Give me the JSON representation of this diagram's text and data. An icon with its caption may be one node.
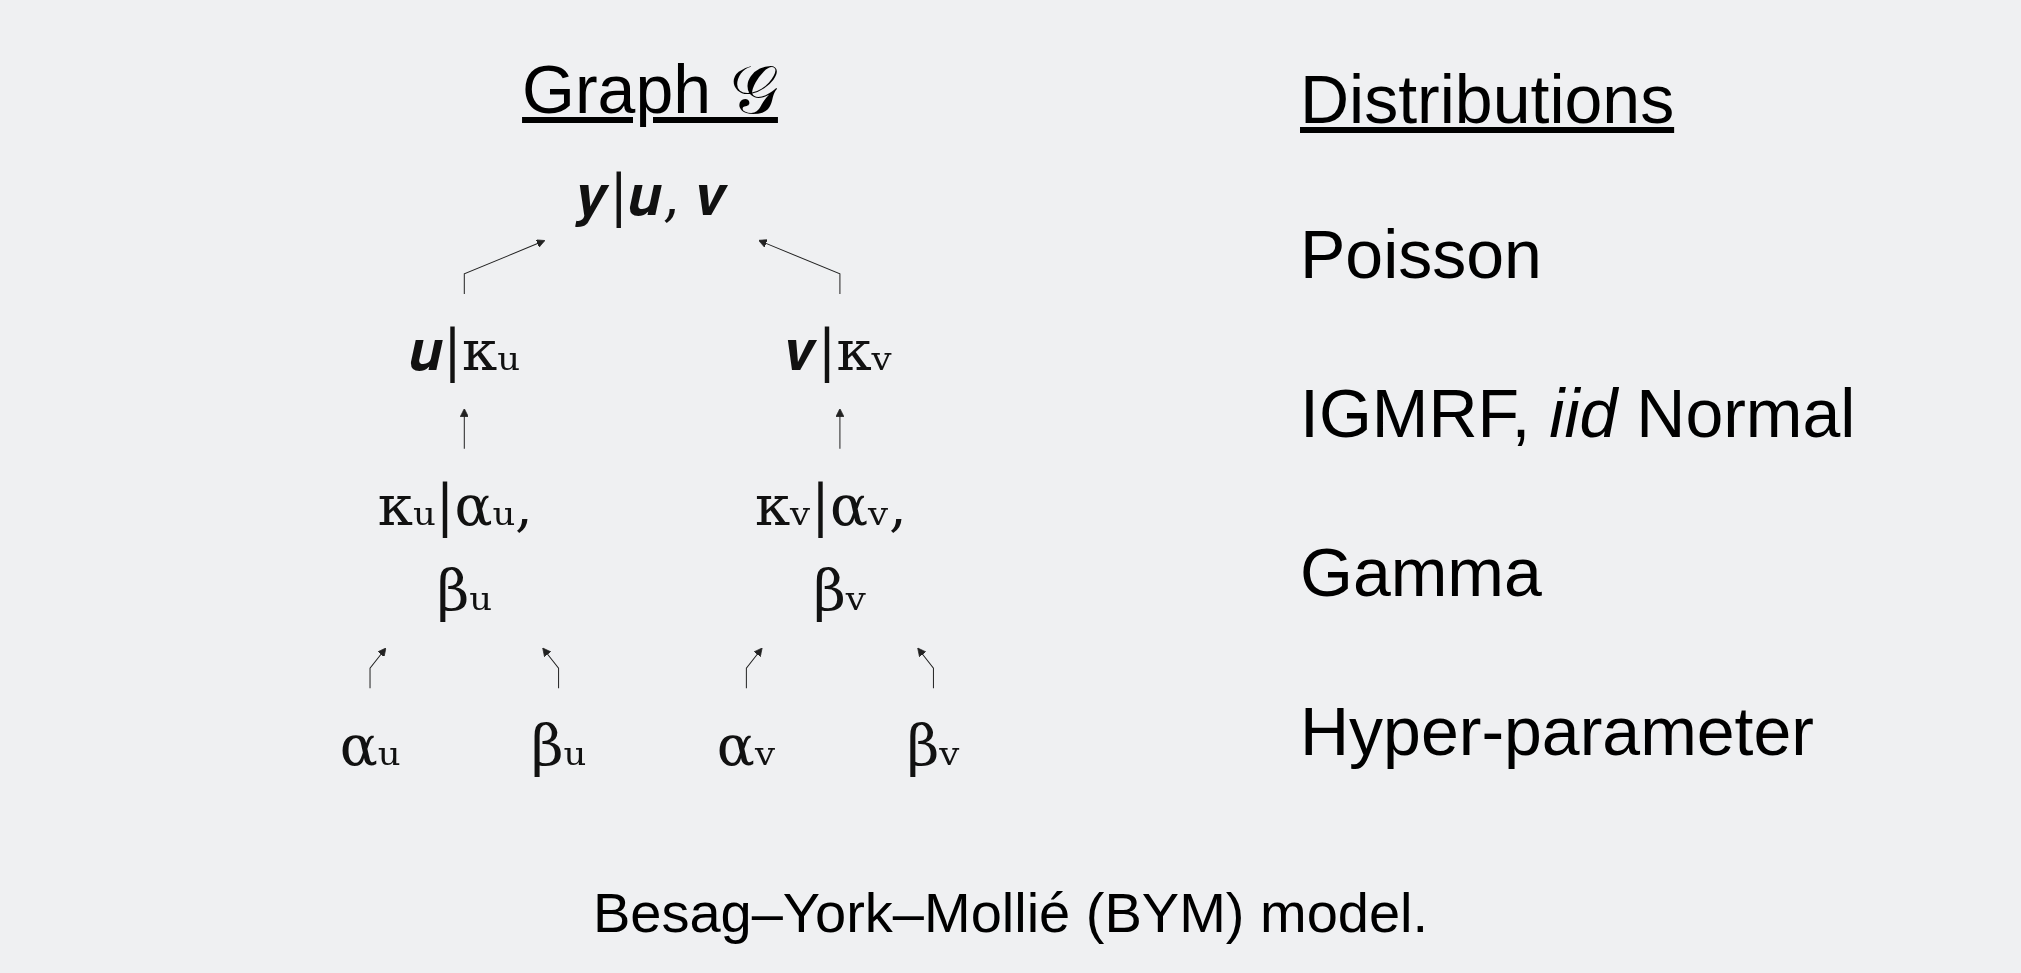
{
  "diagram": {
    "title": "Graph 𝒢",
    "caption": "Besag–York–Mollié (BYM) model.",
    "nodes": [
      {
        "text": [
          "𝒚|𝒖, 𝒗"
        ]
      },
      {
        "text": [
          "𝒖|κᵤ"
        ]
      },
      {
        "text": [
          "𝒗|κᵥ"
        ]
      },
      {
        "text": [
          "κᵤ|αᵤ, βᵤ"
        ]
      },
      {
        "text": [
          "κᵥ|αᵥ, βᵥ"
        ]
      },
      {
        "text": [
          "αᵤ"
        ]
      },
      {
        "text": [
          "βᵤ"
        ]
      },
      {
        "text": [
          "αᵥ"
        ]
      },
      {
        "text": [
          "βᵥ"
        ]
      }
    ],
    "edges": [
      {
        "from": 1,
        "to": 0,
        "arrow": "to"
      },
      {
        "from": 2,
        "to": 0,
        "arrow": "to"
      },
      {
        "from": 3,
        "to": 1,
        "arrow": "to"
      },
      {
        "from": 4,
        "to": 2,
        "arrow": "to"
      },
      {
        "from": 5,
        "to": 3,
        "arrow": "to"
      },
      {
        "from": 6,
        "to": 3,
        "arrow": "to"
      },
      {
        "from": 7,
        "to": 4,
        "arrow": "to"
      },
      {
        "from": 8,
        "to": 4,
        "arrow": "to"
      }
    ],
    "labels": [
      "Distributions",
      "Poisson",
      "IGMRF, *iid* Normal",
      "Gamma",
      "Hyper-parameter"
    ]
  }
}
